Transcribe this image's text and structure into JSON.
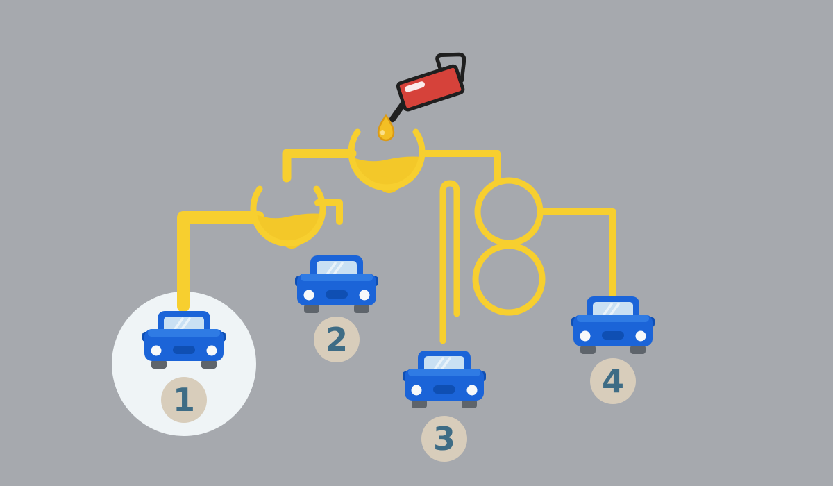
{
  "puzzle": {
    "kind": "fuel-flow-puzzle",
    "cars": [
      {
        "label": "1",
        "highlighted": true
      },
      {
        "label": "2",
        "highlighted": false
      },
      {
        "label": "3",
        "highlighted": false
      },
      {
        "label": "4",
        "highlighted": false
      }
    ]
  },
  "colors": {
    "background": "#A6A9AE",
    "pipe_yellow": "#F7CF2F",
    "liquid_gold": "#F3C829",
    "highlight_circle": "#EFF4F6",
    "badge_beige": "#D8CDBB",
    "badge_text": "#3E6C85",
    "car_blue": "#1B64D8",
    "car_blue_dark": "#0F4FB3",
    "car_blue_light": "#2F7BE4",
    "car_window": "#C9E0F3",
    "wheel_gray": "#5E646B",
    "headlight_white": "#F7F9FA",
    "nozzle_red": "#D6423A",
    "nozzle_outline": "#1F1F1F",
    "drop_amber": "#F3BF25",
    "drop_outline": "#DB9A15"
  }
}
